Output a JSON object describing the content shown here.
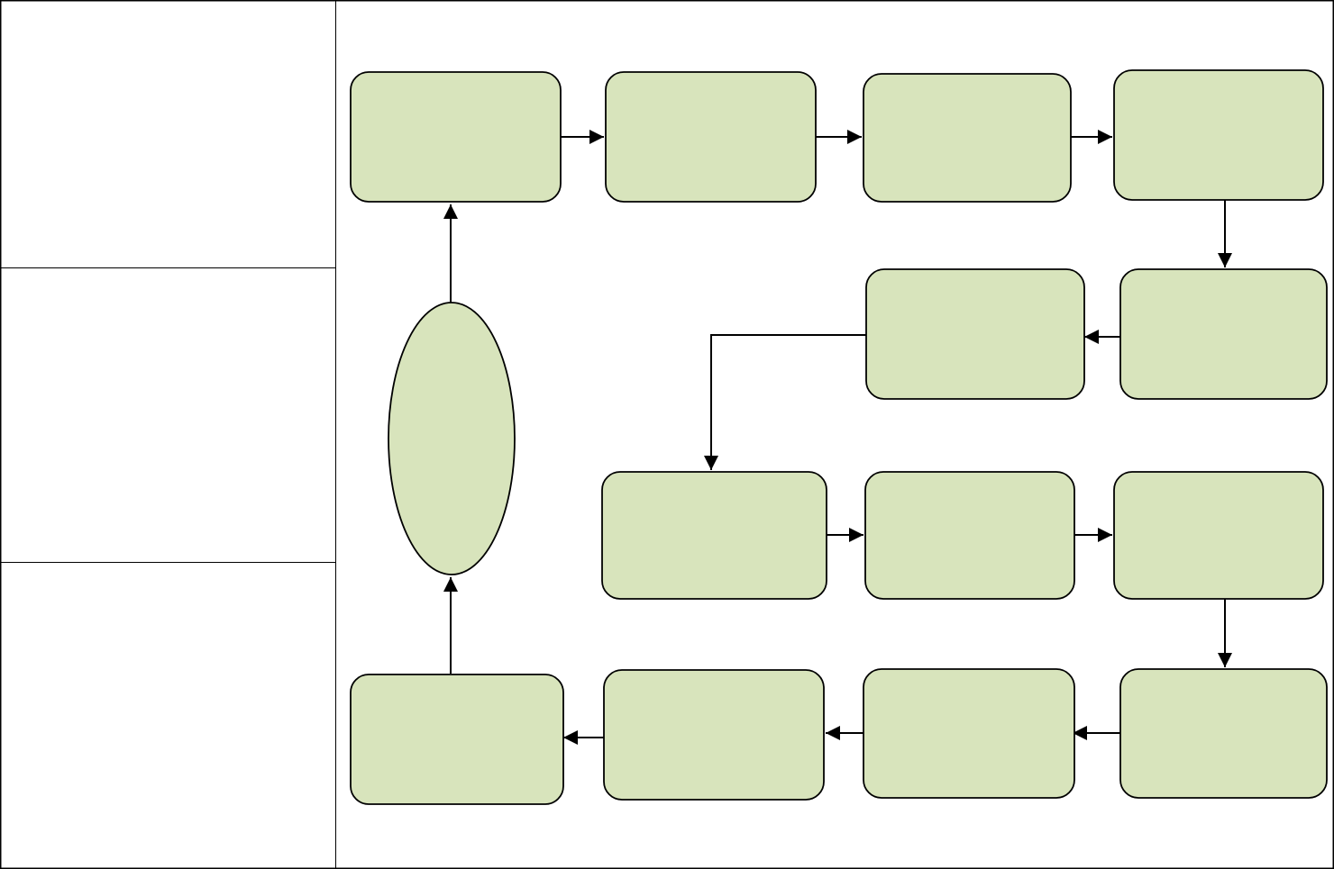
{
  "lanes": [
    {
      "id": "lane-1",
      "label": ""
    },
    {
      "id": "lane-2",
      "label": ""
    },
    {
      "id": "lane-3",
      "label": ""
    }
  ],
  "nodes": [
    {
      "id": "n1",
      "shape": "rounded-rect",
      "label": ""
    },
    {
      "id": "n2",
      "shape": "rounded-rect",
      "label": ""
    },
    {
      "id": "n3",
      "shape": "rounded-rect",
      "label": ""
    },
    {
      "id": "n4",
      "shape": "rounded-rect",
      "label": ""
    },
    {
      "id": "n5",
      "shape": "rounded-rect",
      "label": ""
    },
    {
      "id": "n6",
      "shape": "rounded-rect",
      "label": ""
    },
    {
      "id": "n7",
      "shape": "rounded-rect",
      "label": ""
    },
    {
      "id": "n8",
      "shape": "rounded-rect",
      "label": ""
    },
    {
      "id": "n9",
      "shape": "rounded-rect",
      "label": ""
    },
    {
      "id": "n10",
      "shape": "rounded-rect",
      "label": ""
    },
    {
      "id": "n11",
      "shape": "rounded-rect",
      "label": ""
    },
    {
      "id": "n12",
      "shape": "rounded-rect",
      "label": ""
    },
    {
      "id": "n13",
      "shape": "rounded-rect",
      "label": ""
    },
    {
      "id": "hub",
      "shape": "ellipse",
      "label": ""
    }
  ],
  "edges": [
    {
      "from": "n1",
      "to": "n2"
    },
    {
      "from": "n2",
      "to": "n3"
    },
    {
      "from": "n3",
      "to": "n4"
    },
    {
      "from": "n4",
      "to": "n5"
    },
    {
      "from": "n5",
      "to": "n6"
    },
    {
      "from": "n6",
      "to": "n7"
    },
    {
      "from": "n7",
      "to": "n8"
    },
    {
      "from": "n8",
      "to": "n9"
    },
    {
      "from": "n9",
      "to": "n10"
    },
    {
      "from": "n10",
      "to": "n11"
    },
    {
      "from": "n11",
      "to": "n12"
    },
    {
      "from": "n12",
      "to": "n13"
    },
    {
      "from": "n13",
      "to": "hub"
    },
    {
      "from": "hub",
      "to": "n1"
    }
  ],
  "colors": {
    "node_fill": "#d8e4bc",
    "stroke": "#000000",
    "background": "#ffffff"
  }
}
